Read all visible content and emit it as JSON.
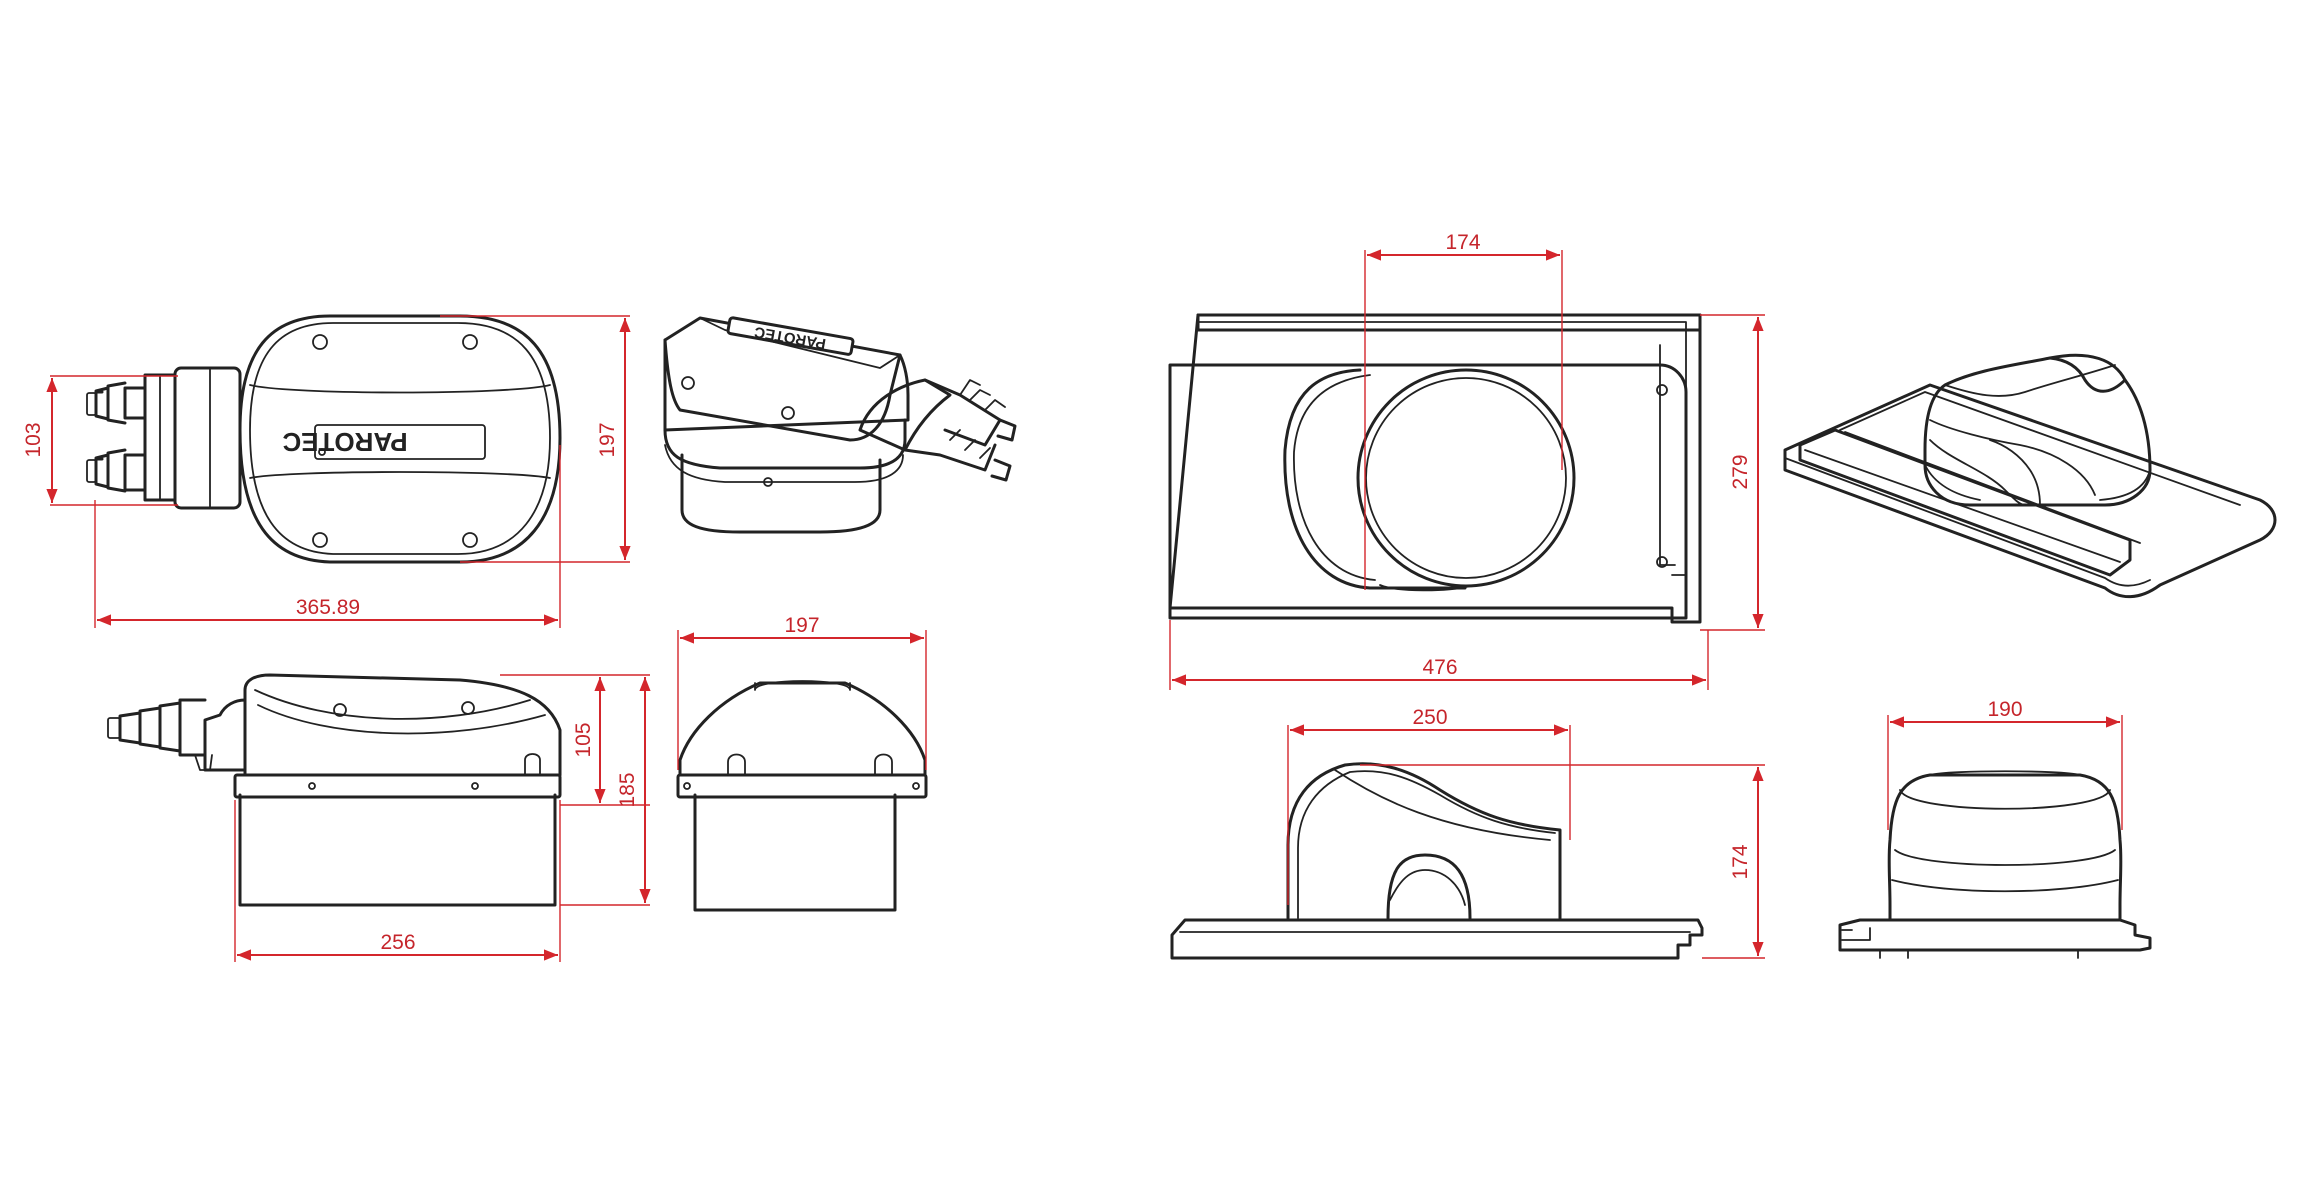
{
  "brand": {
    "logo_text": "PAROTEC"
  },
  "dimensions": {
    "cable_pitch": "103",
    "top_view_depth": "197",
    "overall_length": "365.89",
    "front_width": "197",
    "collar_height": "105",
    "total_height": "185",
    "base_width": "256",
    "tile_opening": "174",
    "tile_height": "279",
    "tile_length": "476",
    "hood_length": "250",
    "hood_height": "174",
    "hood_width": "190"
  },
  "colors": {
    "dimension": "#d4262c",
    "outline": "#222222",
    "background": "#ffffff"
  }
}
